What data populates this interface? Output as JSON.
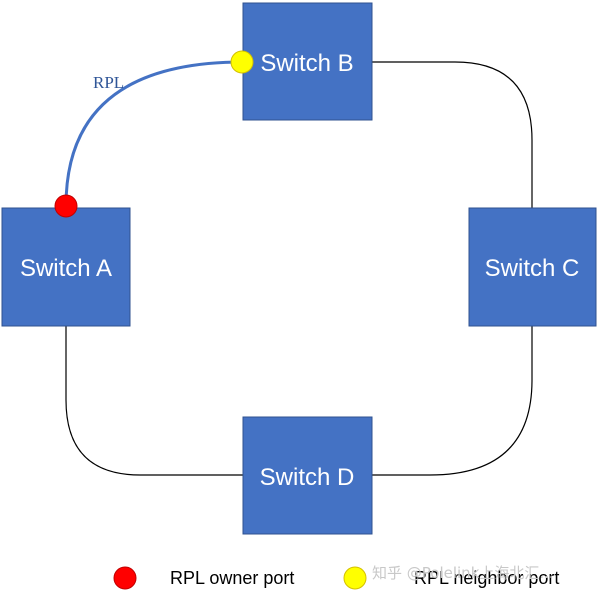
{
  "diagram": {
    "switches": {
      "a": {
        "label": "Switch A"
      },
      "b": {
        "label": "Switch B"
      },
      "c": {
        "label": "Switch C"
      },
      "d": {
        "label": "Switch D"
      }
    },
    "rpl_label": "RPL",
    "legend": {
      "owner_label": "RPL owner port",
      "neighbor_label": "RPL neighbor port"
    },
    "watermark": "知乎 @Polelink上海北汇...",
    "colors": {
      "switch_fill": "#4472C4",
      "rpl_link": "#4472C4",
      "owner_port": "#FF0000",
      "neighbor_port": "#FFFF00",
      "ring_link": "#000000"
    }
  }
}
